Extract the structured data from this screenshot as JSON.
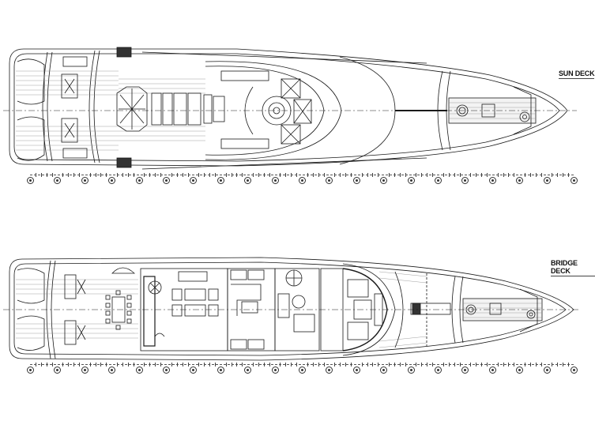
{
  "diagram": {
    "type": "yacht general arrangement deck plan",
    "line_color": "#1a1a1a",
    "background": "#ffffff"
  },
  "decks": [
    {
      "id": "sun-deck",
      "title": "SUN DECK",
      "frame_marker_count": 21
    },
    {
      "id": "bridge-deck",
      "title": "BRIDGE DECK",
      "frame_marker_count": 21
    }
  ]
}
